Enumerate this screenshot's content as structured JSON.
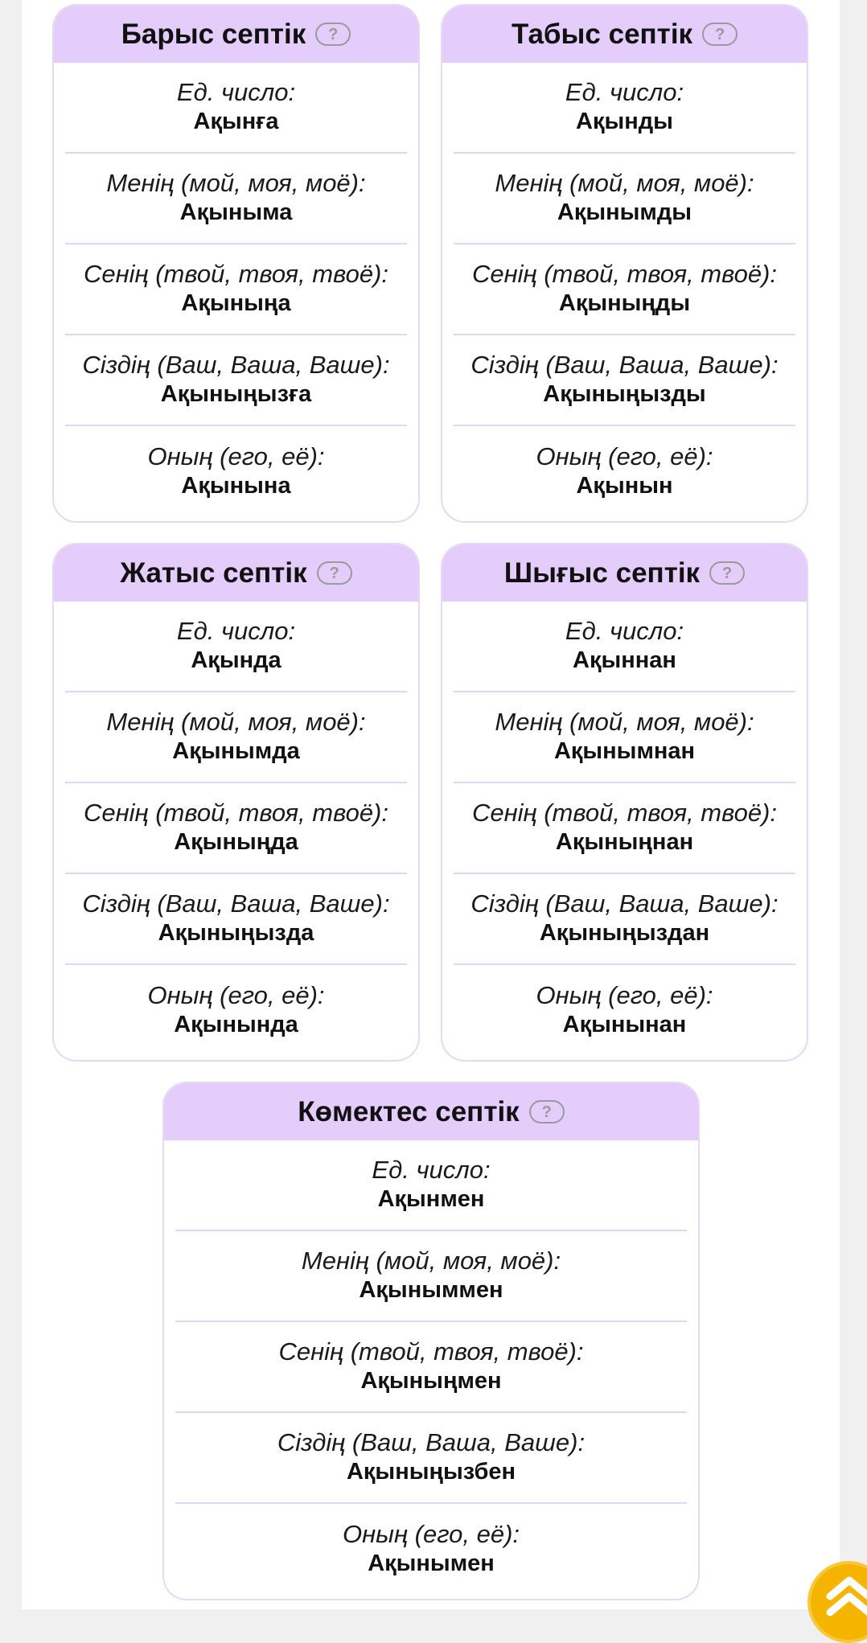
{
  "help_glyph": "?",
  "cards": [
    {
      "title": "Барыс септік",
      "rows": [
        {
          "label": "Ед. число:",
          "value": "Ақынға"
        },
        {
          "label": "Менің (мой, моя, моё):",
          "value": "Ақыныма"
        },
        {
          "label": "Сенің (твой, твоя, твоё):",
          "value": "Ақыныңа"
        },
        {
          "label": "Сіздің (Ваш, Ваша, Ваше):",
          "value": "Ақыныңызға"
        },
        {
          "label": "Оның (его, её):",
          "value": "Ақынына"
        }
      ]
    },
    {
      "title": "Табыс септік",
      "rows": [
        {
          "label": "Ед. число:",
          "value": "Ақынды"
        },
        {
          "label": "Менің (мой, моя, моё):",
          "value": "Ақынымды"
        },
        {
          "label": "Сенің (твой, твоя, твоё):",
          "value": "Ақыныңды"
        },
        {
          "label": "Сіздің (Ваш, Ваша, Ваше):",
          "value": "Ақыныңызды"
        },
        {
          "label": "Оның (его, её):",
          "value": "Ақынын"
        }
      ]
    },
    {
      "title": "Жатыс септік",
      "rows": [
        {
          "label": "Ед. число:",
          "value": "Ақында"
        },
        {
          "label": "Менің (мой, моя, моё):",
          "value": "Ақынымда"
        },
        {
          "label": "Сенің (твой, твоя, твоё):",
          "value": "Ақыныңда"
        },
        {
          "label": "Сіздің (Ваш, Ваша, Ваше):",
          "value": "Ақыныңызда"
        },
        {
          "label": "Оның (его, её):",
          "value": "Ақынында"
        }
      ]
    },
    {
      "title": "Шығыс септік",
      "rows": [
        {
          "label": "Ед. число:",
          "value": "Ақыннан"
        },
        {
          "label": "Менің (мой, моя, моё):",
          "value": "Ақынымнан"
        },
        {
          "label": "Сенің (твой, твоя, твоё):",
          "value": "Ақыныңнан"
        },
        {
          "label": "Сіздің (Ваш, Ваша, Ваше):",
          "value": "Ақыныңыздан"
        },
        {
          "label": "Оның (его, её):",
          "value": "Ақынынан"
        }
      ]
    },
    {
      "title": "Көмектес септік",
      "rows": [
        {
          "label": "Ед. число:",
          "value": "Ақынмен"
        },
        {
          "label": "Менің (мой, моя, моё):",
          "value": "Ақыныммен"
        },
        {
          "label": "Сенің (твой, твоя, твоё):",
          "value": "Ақыныңмен"
        },
        {
          "label": "Сіздің (Ваш, Ваша, Ваше):",
          "value": "Ақыныңызбен"
        },
        {
          "label": "Оның (его, её):",
          "value": "Ақынымен"
        }
      ]
    }
  ],
  "scroll_top_icon": "chevron-up-icon",
  "colors": {
    "header_bg": "#e4ccfb",
    "card_border": "#e6d9f5",
    "scroll_button": "#f4b400"
  }
}
